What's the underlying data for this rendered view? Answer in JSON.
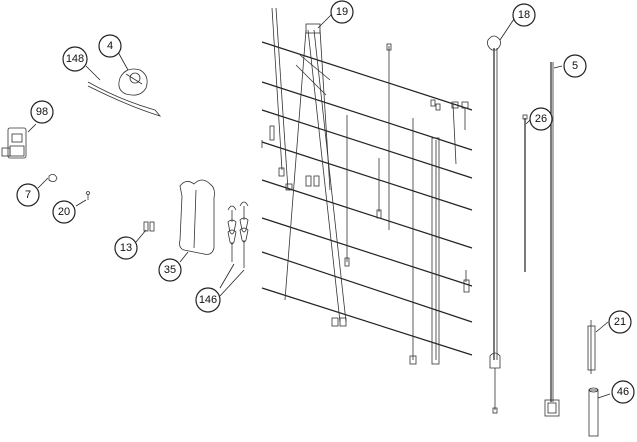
{
  "callouts": [
    {
      "id": "c19",
      "label": "19"
    },
    {
      "id": "c18",
      "label": "18"
    },
    {
      "id": "c4",
      "label": "4"
    },
    {
      "id": "c148",
      "label": "148"
    },
    {
      "id": "c5",
      "label": "5"
    },
    {
      "id": "c98",
      "label": "98"
    },
    {
      "id": "c26",
      "label": "26"
    },
    {
      "id": "c7",
      "label": "7"
    },
    {
      "id": "c20",
      "label": "20"
    },
    {
      "id": "c13",
      "label": "13"
    },
    {
      "id": "c35",
      "label": "35"
    },
    {
      "id": "c146",
      "label": "146"
    },
    {
      "id": "c21",
      "label": "21"
    },
    {
      "id": "c46",
      "label": "46"
    }
  ]
}
